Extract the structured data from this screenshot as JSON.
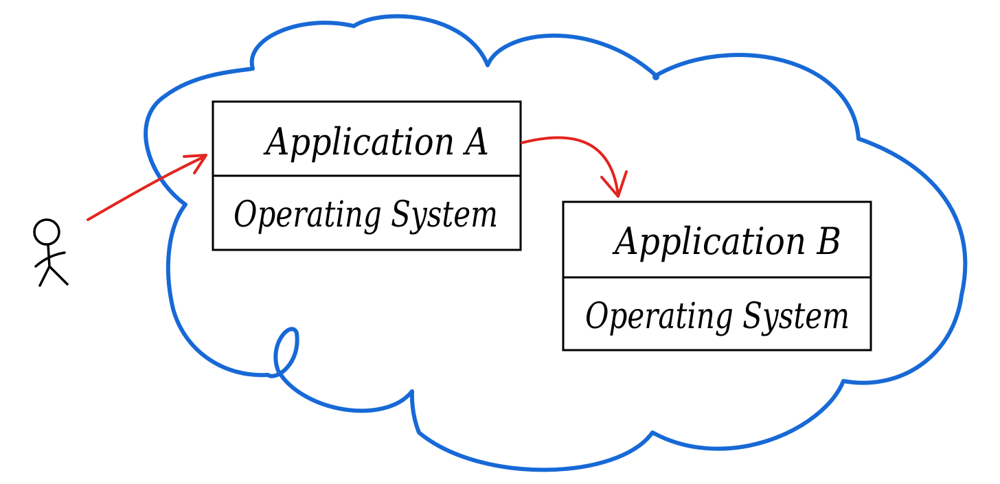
{
  "colors": {
    "cloud": "#1769d6",
    "arrow": "#e3241e",
    "ink": "#000000",
    "background": "#ffffff"
  },
  "boxes": [
    {
      "top_label": "Application A",
      "bottom_label": "Operating System"
    },
    {
      "top_label": "Application B",
      "bottom_label": "Operating System"
    }
  ],
  "actor": {
    "icon": "stick-figure-icon"
  },
  "cloud": {
    "icon": "cloud-icon"
  }
}
